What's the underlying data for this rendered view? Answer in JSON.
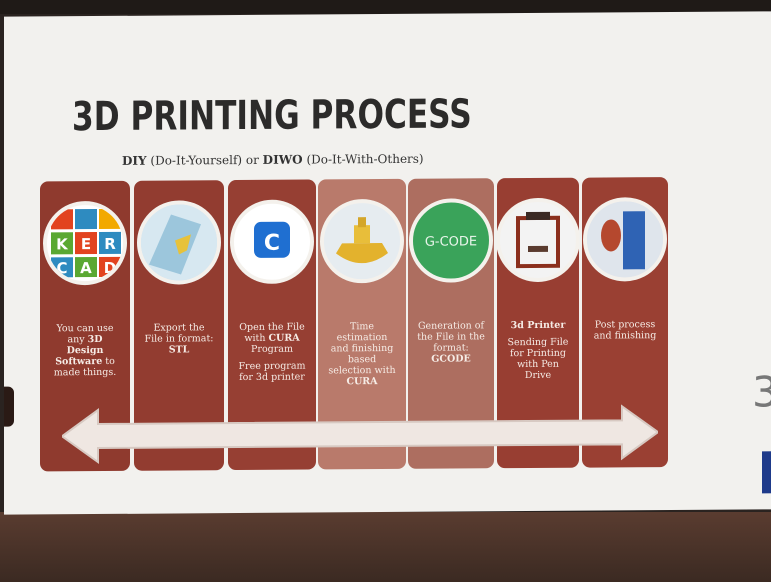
{
  "slide": {
    "title": "3D PRINTING PROCESS",
    "subtitle_diy_bold": "DIY",
    "subtitle_diy_rest": " (Do-It-Yourself) or ",
    "subtitle_diwo_bold": "DIWO",
    "subtitle_diwo_rest": " (Do-It-With-Others)",
    "right_edge_glyph": "3"
  },
  "steps": [
    {
      "name": "tinkercad",
      "color": "#8f3a2e",
      "lines": [
        "You can use",
        "any <b>3D</b>",
        "<b>Design</b>",
        "<b>Software</b> to",
        "made things."
      ],
      "icon": "tinkercad-logo-icon"
    },
    {
      "name": "export-stl",
      "color": "#923c30",
      "lines": [
        "Export the",
        "File in format:",
        "<b>STL</b>"
      ],
      "icon": "stl-model-icon"
    },
    {
      "name": "cura",
      "color": "#963f33",
      "lines": [
        "Open the File",
        "with <b>CURA</b>",
        "Program",
        "",
        "Free program",
        "for 3d printer"
      ],
      "icon": "cura-logo-icon",
      "icon_text": "C"
    },
    {
      "name": "time-estimation",
      "color": "#b97a6b",
      "lines": [
        "Time",
        "estimation",
        "and finishing",
        "based",
        "selection with",
        "<b>CURA</b>"
      ],
      "icon": "boat-model-icon"
    },
    {
      "name": "gcode",
      "color": "#ad6e60",
      "lines": [
        "Generation of",
        "the File in the",
        "format:",
        "<b>GCODE</b>"
      ],
      "icon": "gcode-icon",
      "icon_text": "G-CODE"
    },
    {
      "name": "3d-printer",
      "color": "#983e32",
      "lines": [
        "<b>3d Printer</b>",
        "",
        "Sending File",
        "for Printing",
        "with Pen",
        "Drive"
      ],
      "icon": "printer-icon"
    },
    {
      "name": "post-process",
      "color": "#9a4033",
      "lines": [
        "Post process",
        "and finishing"
      ],
      "icon": "finished-print-icon"
    }
  ],
  "colors": {
    "arrow_fill": "#efe7e2",
    "arrow_stroke": "#d7c9c2",
    "title": "#2c2b2a"
  }
}
